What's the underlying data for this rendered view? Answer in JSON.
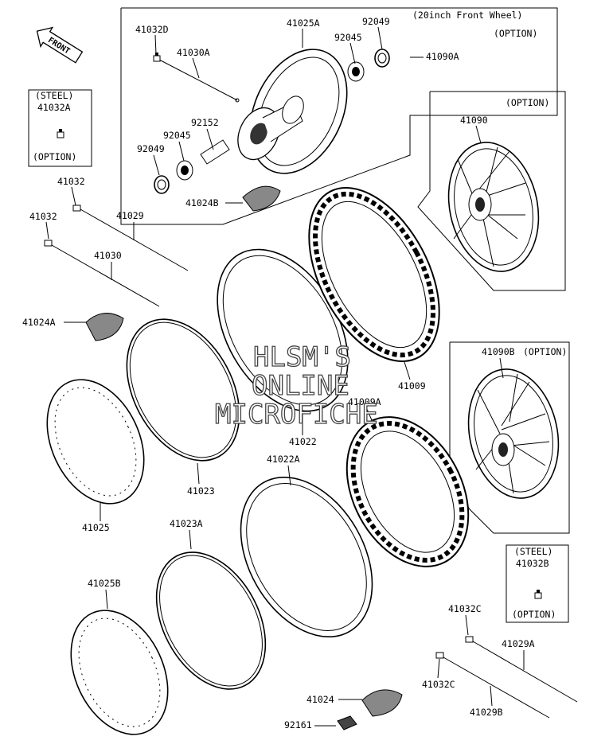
{
  "front_label": "FRONT",
  "box_front20": {
    "title": "(20inch Front Wheel)",
    "option": "(OPTION)"
  },
  "box_41090": {
    "option": "(OPTION)"
  },
  "box_41090b": {
    "option": "(OPTION)"
  },
  "box_steel_a": {
    "steel": "(STEEL)",
    "part": "41032A",
    "option": "(OPTION)"
  },
  "box_steel_b": {
    "steel": "(STEEL)",
    "part": "41032B",
    "option": "(OPTION)"
  },
  "parts": {
    "p41032D": "41032D",
    "p41030A": "41030A",
    "p41025A": "41025A",
    "p92049_top": "92049",
    "p92045_top": "92045",
    "p41090A": "41090A",
    "p92152": "92152",
    "p92045_bot": "92045",
    "p92049_bot": "92049",
    "p41024B": "41024B",
    "p41090": "41090",
    "p41032_a": "41032",
    "p41032_b": "41032",
    "p41029": "41029",
    "p41030": "41030",
    "p41024A": "41024A",
    "p41009": "41009",
    "p41090B": "41090B",
    "p41009A": "41009A",
    "p41022": "41022",
    "p41022A": "41022A",
    "p41023": "41023",
    "p41025": "41025",
    "p41023A": "41023A",
    "p41025B": "41025B",
    "p41032C_a": "41032C",
    "p41029A": "41029A",
    "p41032C_b": "41032C",
    "p41029B": "41029B",
    "p41024": "41024",
    "p92161": "92161"
  },
  "watermark": {
    "line1": "HLSM'S",
    "line2": "ONLINE",
    "line3": "MICROFICHE"
  }
}
